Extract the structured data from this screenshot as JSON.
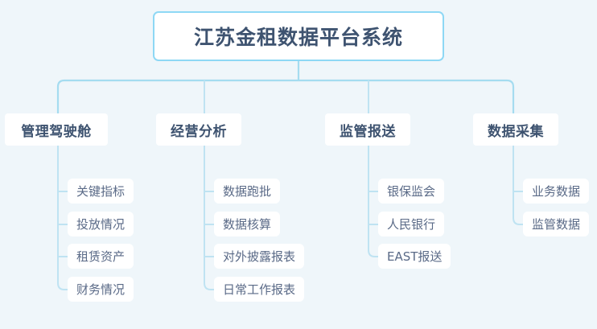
{
  "diagram": {
    "type": "organization-tree",
    "orientation": "top-down",
    "background_color": "#eff6fa",
    "connector_color": "#a5dcf0",
    "root_border_color": "#8ed8f5",
    "node_fill_color": "#ffffff",
    "heading_text_color": "#3e5370",
    "leaf_text_color": "#5a6a87",
    "root": {
      "label": "江苏金租数据平台系统"
    },
    "branches": [
      {
        "label": "管理驾驶舱",
        "children": [
          {
            "label": "关键指标"
          },
          {
            "label": "投放情况"
          },
          {
            "label": "租赁资产"
          },
          {
            "label": "财务情况"
          }
        ]
      },
      {
        "label": "经营分析",
        "children": [
          {
            "label": "数据跑批"
          },
          {
            "label": "数据核算"
          },
          {
            "label": "对外披露报表"
          },
          {
            "label": "日常工作报表"
          }
        ]
      },
      {
        "label": "监管报送",
        "children": [
          {
            "label": "银保监会"
          },
          {
            "label": "人民银行"
          },
          {
            "label": "EAST报送"
          }
        ]
      },
      {
        "label": "数据采集",
        "children": [
          {
            "label": "业务数据"
          },
          {
            "label": "监管数据"
          }
        ]
      }
    ]
  }
}
